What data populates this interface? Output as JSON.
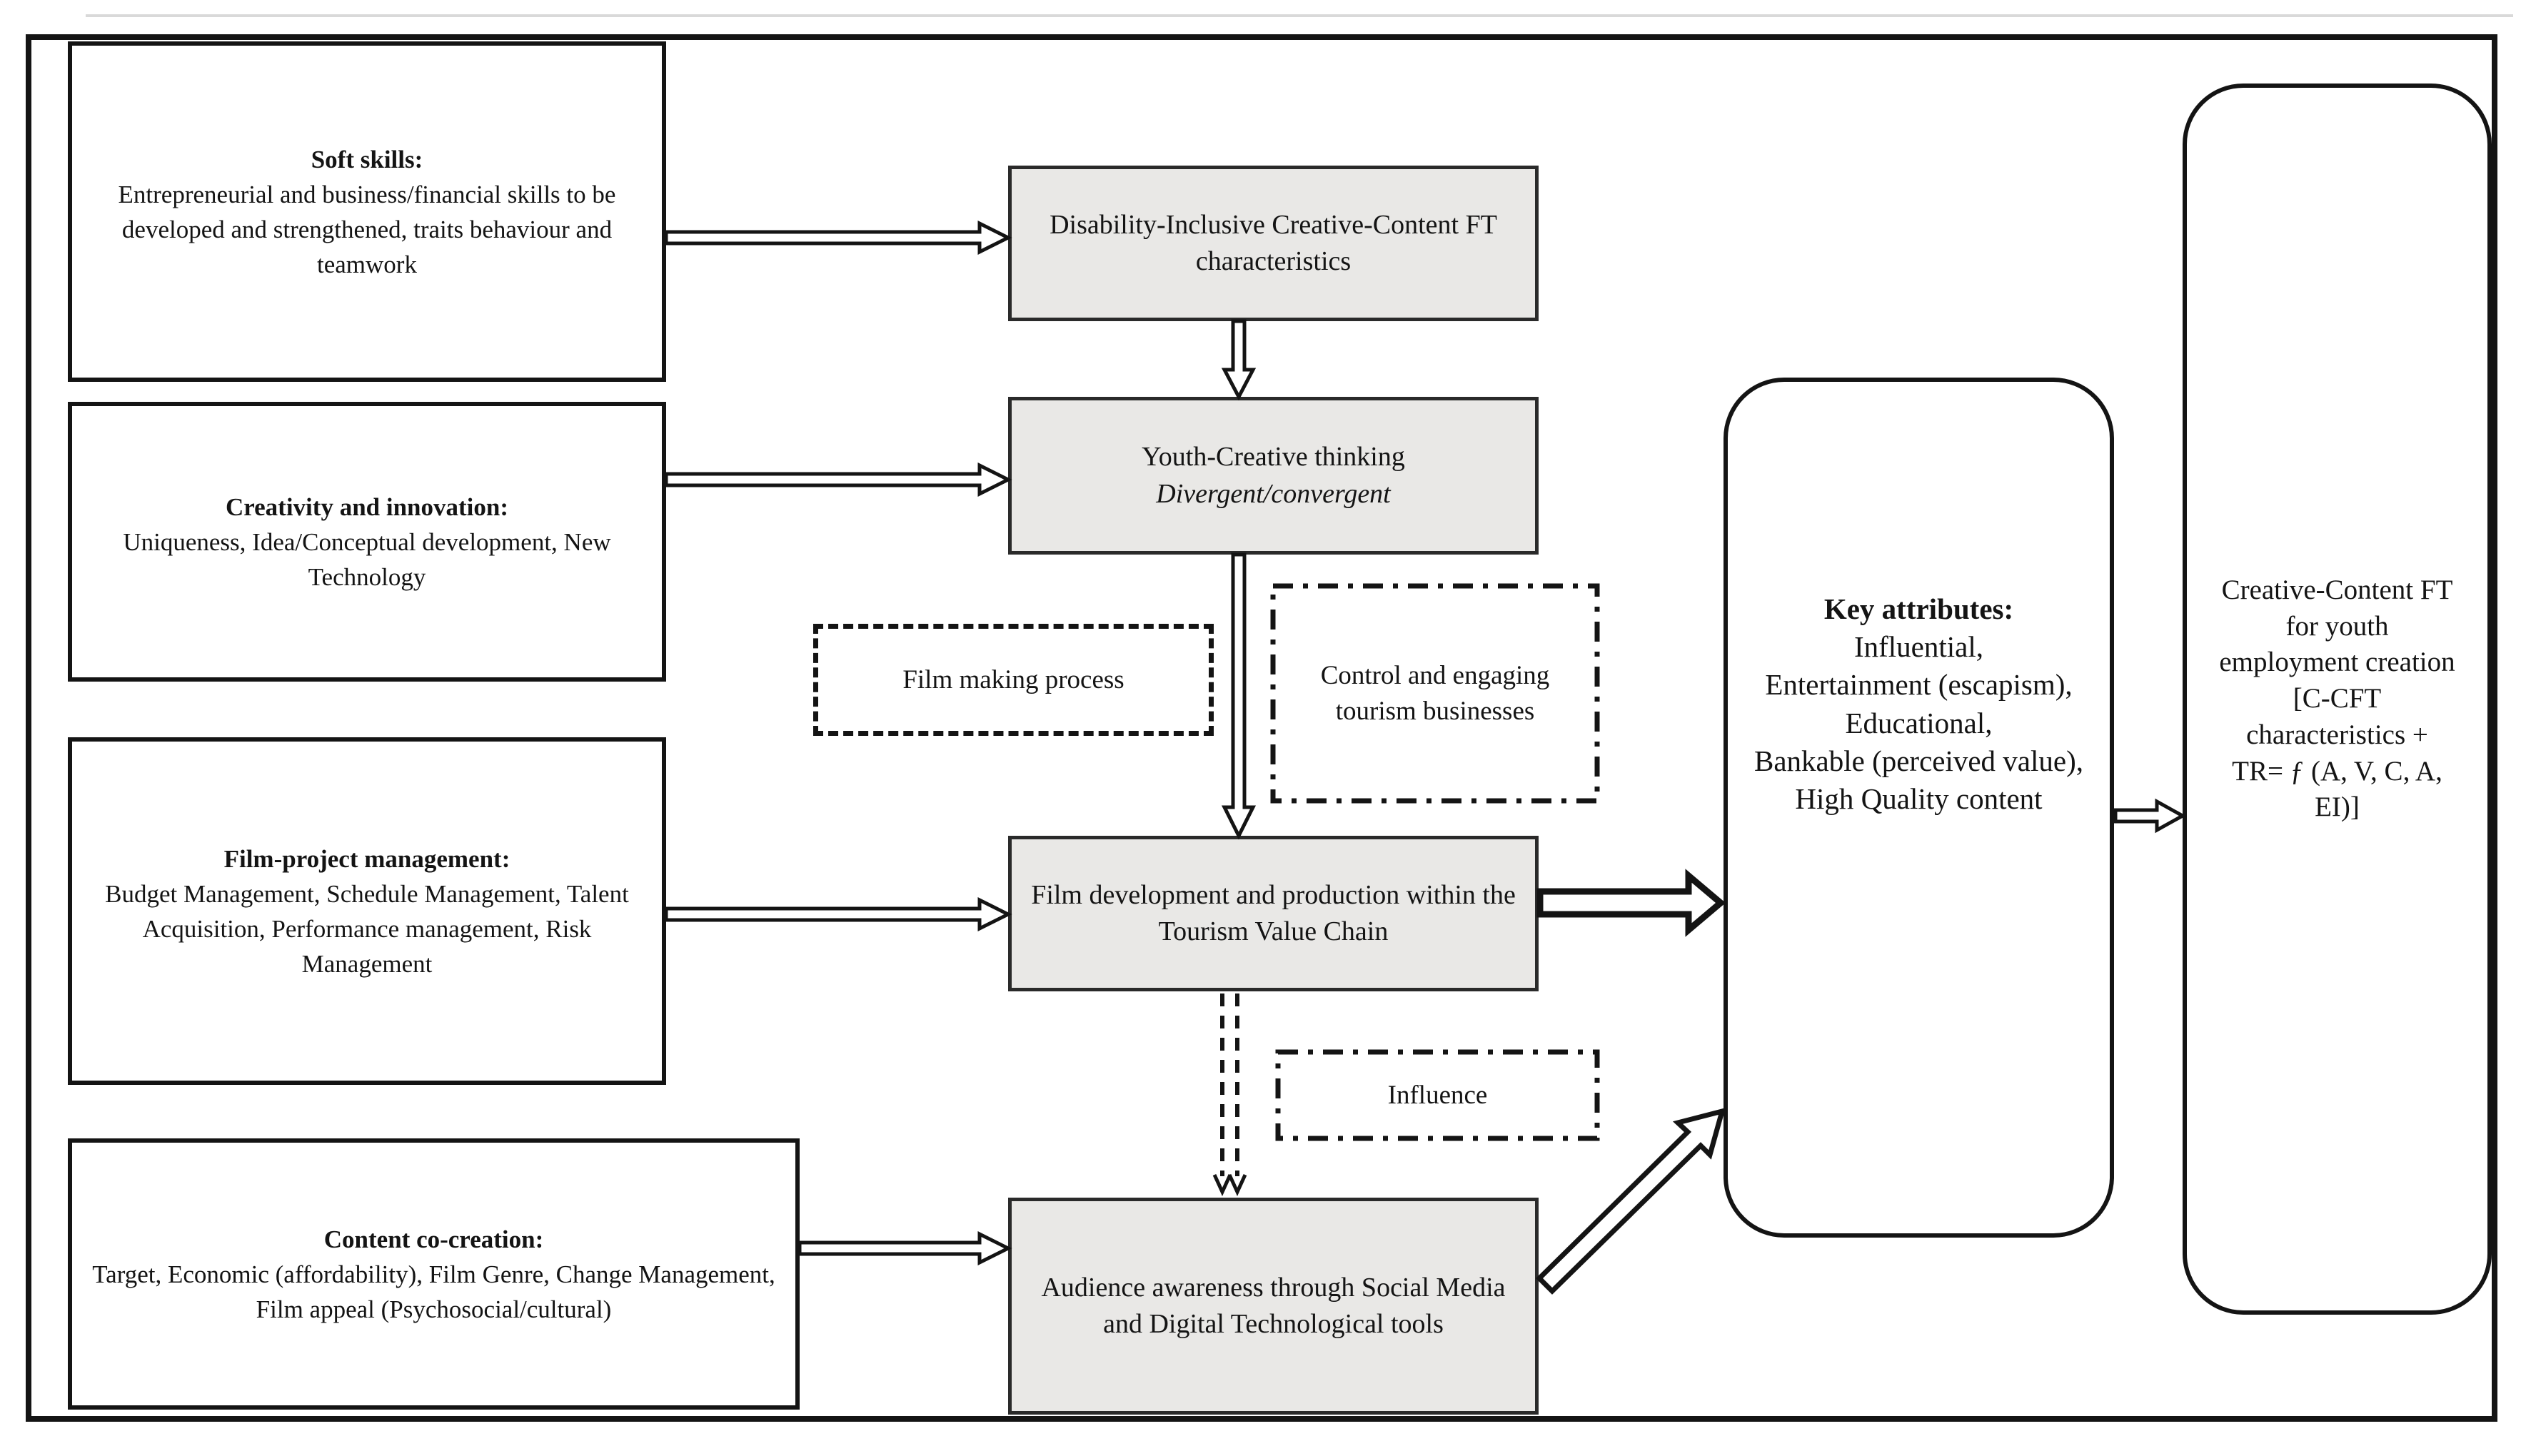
{
  "diagram": {
    "left_boxes": [
      {
        "title": "Soft skills:",
        "body": "Entrepreneurial and business/financial skills to be developed and strengthened, traits behaviour and teamwork"
      },
      {
        "title": "Creativity and innovation:",
        "body": "Uniqueness, Idea/Conceptual development, New Technology"
      },
      {
        "title": "Film-project management:",
        "body": "Budget Management, Schedule Management, Talent Acquisition, Performance management, Risk Management"
      },
      {
        "title": "Content co-creation:",
        "body": "Target, Economic (affordability), Film Genre, Change Management, Film appeal (Psychosocial/cultural)"
      }
    ],
    "process_boxes": [
      {
        "label": "Disability-Inclusive Creative-Content FT characteristics"
      },
      {
        "label": "Youth-Creative thinking",
        "sublabel": "Divergent/convergent"
      },
      {
        "label": "Film development and production within the Tourism Value Chain"
      },
      {
        "label": "Audience awareness through Social Media and Digital Technological tools"
      }
    ],
    "annotation_boxes": [
      {
        "label": "Film making process",
        "style": "dashed"
      },
      {
        "label": "Control  and engaging tourism businesses",
        "style": "dash-dot"
      },
      {
        "label": "Influence",
        "style": "dash-dot"
      }
    ],
    "outcome_boxes": [
      {
        "title": "Key attributes:",
        "lines": "Influential,\nEntertainment (escapism),\nEducational,\nBankable (perceived value),\nHigh Quality content"
      },
      {
        "lines": "Creative-Content FT\nfor youth\nemployment creation\n[C-CFT\ncharacteristics +\nTR= ƒ (A, V, C, A,\nEI)]"
      }
    ],
    "colors": {
      "process_fill": "#e9e8e6",
      "ink": "#141414",
      "background": "#ffffff"
    }
  }
}
